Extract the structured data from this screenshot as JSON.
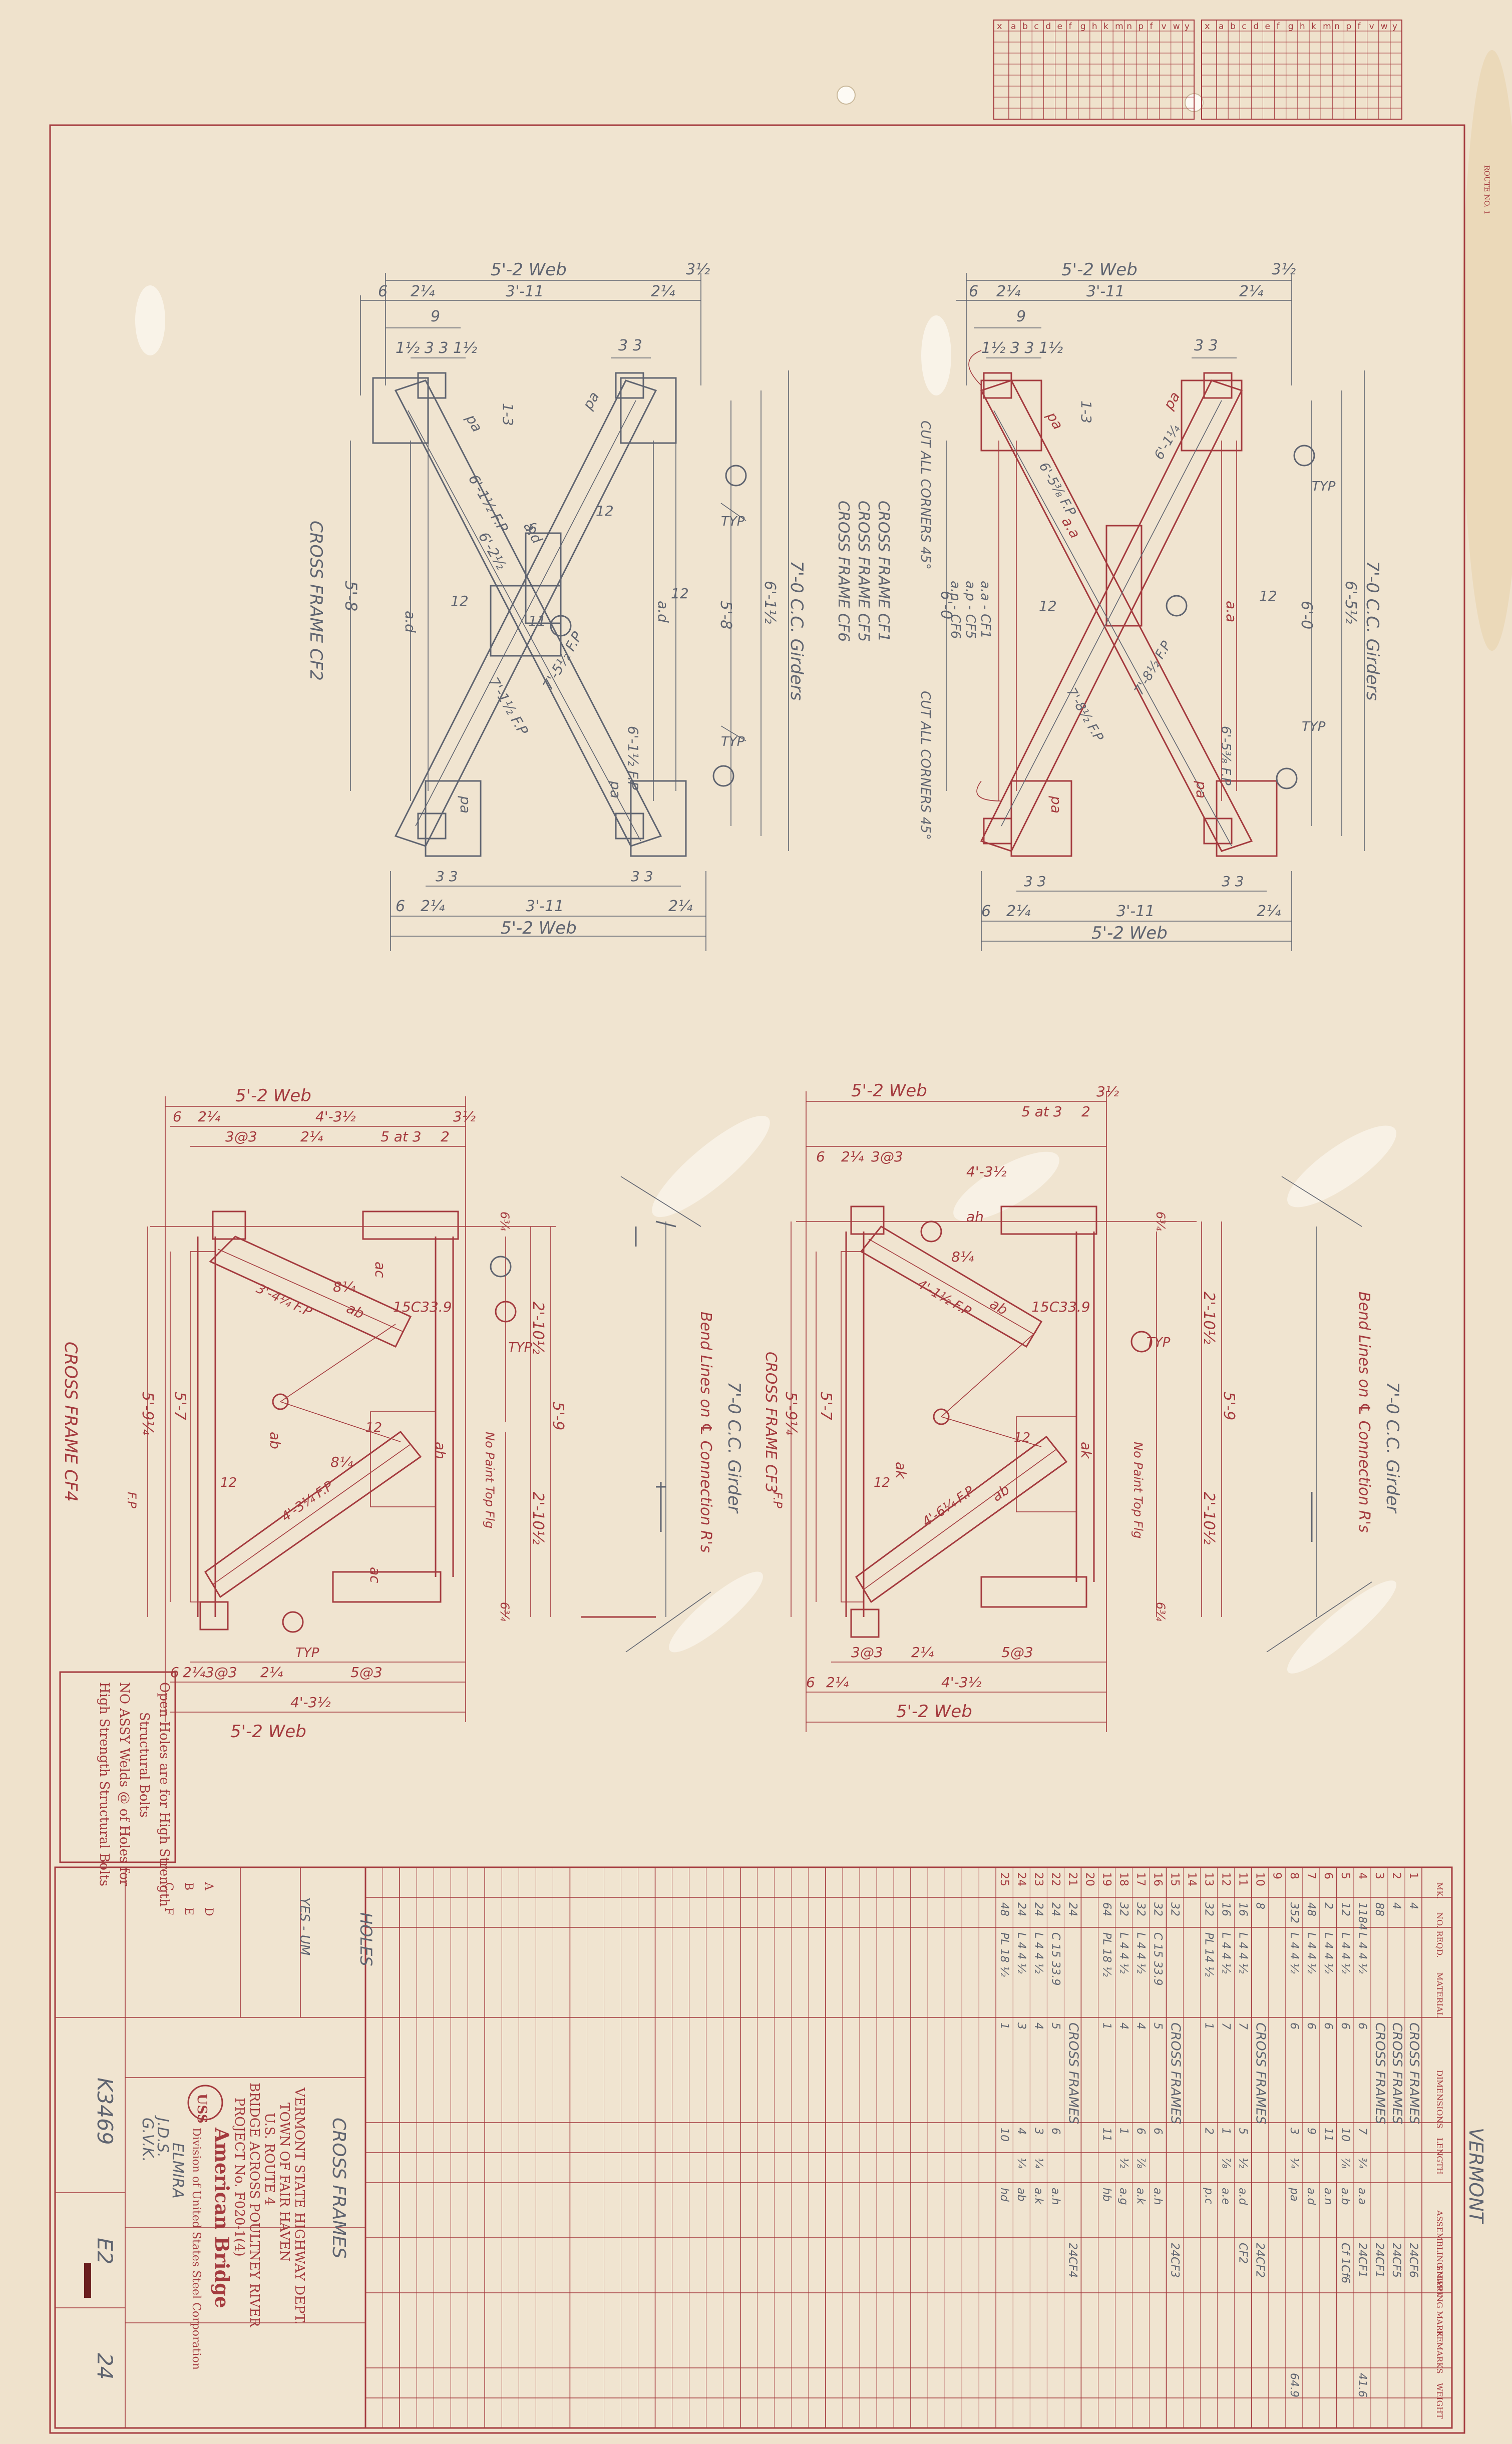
{
  "grid_header": {
    "letters": "abcdefghkmnpfvwy",
    "block_letter": "x"
  },
  "side_print": "ROUTE NO. 1",
  "drawings": {
    "cf2": {
      "title": "CROSS FRAME CF2",
      "top_dims": [
        "5'-2  Web",
        "6",
        "2¼",
        "3'-11",
        "2¼",
        "3½",
        "9",
        "1½ 3 3 1½",
        "3 3"
      ],
      "bottom_dims": [
        "6",
        "2¼",
        "3'-11",
        "2¼",
        "3 3",
        "3 3",
        "5'-2  Web"
      ],
      "side_dims": [
        "5'-8",
        "7'-0  C.C. Girders",
        "6'-1½",
        "5'-8"
      ],
      "labels": [
        "pa",
        "pa",
        "a.d",
        "a.d",
        "a.d",
        "pa",
        "pa",
        "1-3",
        "6'-1½ F.P",
        "6'-2½",
        "7'-1½ F.P",
        "7'-5½ F.P",
        "6'-1½ F.P",
        "6",
        "12",
        "12",
        "12",
        "11",
        "TYP",
        "TYP"
      ]
    },
    "cf1": {
      "title_lines": [
        "CROSS FRAME CF1",
        "CROSS FRAME CF5",
        "CROSS FRAME CF6"
      ],
      "notes": [
        "CUT ALL CORNERS 45°",
        "CUT ALL CORNERS 45°",
        "a.a - CF1",
        "a.p - CF5",
        "a.n - CF6"
      ],
      "top_dims": [
        "5'-2  Web",
        "6",
        "2¼",
        "3'-11",
        "2¼",
        "3½",
        "9",
        "1½ 3 3 1½",
        "3 3"
      ],
      "bottom_dims": [
        "6",
        "2¼",
        "3'-11",
        "2¼",
        "3 3",
        "3 3",
        "5'-2  Web"
      ],
      "side_dims": [
        "6'-0",
        "7'-0  C.C. Girders",
        "6'-5½",
        "6'-0"
      ],
      "labels": [
        "pa",
        "pa",
        "pa",
        "pa",
        "a.a",
        "a.a",
        "1-3",
        "6'-5⅜ F.P",
        "6'-1¼",
        "7'-8½ F.P",
        "7'-8½ F.P",
        "6'-5⅜ F.P",
        "12",
        "12",
        "TYP",
        "TYP"
      ]
    },
    "cf4": {
      "title": "CROSS FRAME CF4",
      "note_bend": "Bend Lines on ℄ Connection R's",
      "note_paint": "No Paint Top Flg",
      "girder_dim": "7'-0  C.C. Girder",
      "top_dims": [
        "5'-2  Web",
        "6",
        "2¼",
        "4'-3½",
        "3@3",
        "2¼",
        "5 at 3",
        "2",
        "3½"
      ],
      "bottom_dims": [
        "6",
        "2¼",
        "3@3",
        "2¼",
        "5@3",
        "4'-3½",
        "5'-2  Web"
      ],
      "side_dims": [
        "5'-9¼",
        "5'-7",
        "5'-9",
        "2'-10½",
        "2'-10½"
      ],
      "labels": [
        "ab",
        "ab",
        "ah",
        "ac",
        "ac",
        "8¼",
        "8¼",
        "3'-4¼ F.P",
        "4'-3¼ F.P",
        "15C33.9",
        "12",
        "12",
        "TYP",
        "TYP",
        "F.P",
        "6¾",
        "6¾"
      ]
    },
    "cf3": {
      "title": "CROSS FRAME CF3",
      "note_bend": "Bend Lines on ℄ Connection R's",
      "note_paint": "No Paint Top Flg",
      "girder_dim": "7'-0  C.C. Girder",
      "top_dims": [
        "5'-2  Web",
        "6",
        "2¼",
        "3@3",
        "4'-3½",
        "5 at 3",
        "2",
        "3½"
      ],
      "bottom_dims": [
        "6",
        "2¼",
        "3@3",
        "2¼",
        "5@3",
        "4'-3½",
        "5'-2  Web"
      ],
      "side_dims": [
        "5'-9¼",
        "5'-7",
        "5'-9",
        "2'-10½",
        "2'-10½"
      ],
      "labels": [
        "ak",
        "ah",
        "ak",
        "ab",
        "ab",
        "8¼",
        "4'-1½ F.P",
        "4'-6¼ F.P",
        "15C33.9",
        "12",
        "12",
        "TYP",
        "F.P",
        "6¾",
        "6¾"
      ]
    }
  },
  "notes_box": [
    "Open Holes are for High Strength",
    "Structural Bolts",
    "NO ASSY Welds @ of Holes for",
    "High Strength Structural Bolts"
  ],
  "table": {
    "headers": [
      "MK.",
      "NO. REQD.",
      "MATERIAL",
      "DIMENSIONS",
      "LENGTH",
      "",
      "ASSEMBLING MARK",
      "SHIPPING MARK",
      "REMARKS",
      "WEIGHT"
    ],
    "rows": [
      [
        "1",
        "4",
        "",
        "CROSS FRAMES",
        "",
        "",
        "",
        "24CF6",
        "",
        ""
      ],
      [
        "2",
        "4",
        "",
        "CROSS FRAMES",
        "",
        "",
        "",
        "24CF5",
        "",
        ""
      ],
      [
        "3",
        "88",
        "",
        "CROSS FRAMES",
        "",
        "",
        "",
        "24CF1",
        "",
        ""
      ],
      [
        "4",
        "1184",
        "L 4 4 ½",
        "6",
        "7",
        "¾",
        "a.a",
        "24CF1",
        "",
        "41.6"
      ],
      [
        "5",
        "12",
        "L 4 4 ½",
        "6",
        "10",
        "⅞",
        "a.b",
        "Cf 1Cf6",
        "",
        ""
      ],
      [
        "6",
        "2",
        "L 4 4 ½",
        "6",
        "11",
        "",
        "a.n",
        "",
        "",
        ""
      ],
      [
        "7",
        "48",
        "L 4 4 ½",
        "6",
        "9",
        "",
        "a.d",
        "",
        "",
        ""
      ],
      [
        "8",
        "352",
        "L 4 4 ½",
        "6",
        "3",
        "¼",
        "pa",
        "",
        "",
        "64.9"
      ],
      [
        "9",
        "",
        "",
        "",
        "",
        "",
        "",
        "",
        "",
        ""
      ],
      [
        "10",
        "8",
        "",
        "CROSS FRAMES",
        "",
        "",
        "",
        "24CF2",
        "",
        ""
      ],
      [
        "11",
        "16",
        "L 4 4 ½",
        "7",
        "5",
        "½",
        "a.d",
        "CF2",
        "",
        ""
      ],
      [
        "12",
        "16",
        "L 4 4 ½",
        "7",
        "1",
        "⅞",
        "a.e",
        "",
        "",
        ""
      ],
      [
        "13",
        "32",
        "PL 14 ½",
        "1",
        "2",
        "",
        "p.c",
        "",
        "",
        ""
      ],
      [
        "14",
        "",
        "",
        "",
        "",
        "",
        "",
        "",
        "",
        ""
      ],
      [
        "15",
        "32",
        "",
        "CROSS FRAMES",
        "",
        "",
        "",
        "24CF3",
        "",
        ""
      ],
      [
        "16",
        "32",
        "C 15 33.9",
        "5",
        "6",
        "",
        "a.h",
        "",
        "",
        ""
      ],
      [
        "17",
        "32",
        "L 4 4 ½",
        "4",
        "6",
        "⅞",
        "a.k",
        "",
        "",
        ""
      ],
      [
        "18",
        "32",
        "L 4 4 ½",
        "4",
        "1",
        "½",
        "a.g",
        "",
        "",
        ""
      ],
      [
        "19",
        "64",
        "PL 18 ½",
        "1",
        "11",
        "",
        "hb",
        "",
        "",
        ""
      ],
      [
        "20",
        "",
        "",
        "",
        "",
        "",
        "",
        "",
        "",
        ""
      ],
      [
        "21",
        "24",
        "",
        "CROSS FRAMES",
        "",
        "",
        "",
        "24CF4",
        "",
        ""
      ],
      [
        "22",
        "24",
        "C 15 33.9",
        "5",
        "6",
        "",
        "a.h",
        "",
        "",
        ""
      ],
      [
        "23",
        "24",
        "L 4 4 ½",
        "4",
        "3",
        "¼",
        "a.k",
        "",
        "",
        ""
      ],
      [
        "24",
        "24",
        "L 4 4 ½",
        "3",
        "4",
        "¼",
        "ab",
        "",
        "",
        ""
      ],
      [
        "25",
        "48",
        "PL 18 ½",
        "1",
        "10",
        "",
        "hd",
        "",
        "",
        ""
      ]
    ]
  },
  "title_block": {
    "state": "VERMONT",
    "drawing_title": "CROSS FRAMES",
    "agency": [
      "VERMONT STATE HIGHWAY DEPT.",
      "TOWN OF FAIR HAVEN",
      "U.S. ROUTE 4",
      "BRIDGE ACROSS POULTNEY RIVER",
      "PROJECT No. F020-1(4)"
    ],
    "company": "American Bridge",
    "division": "Division of United States Steel Corporation",
    "logo_text": "USS",
    "fabricating_shop": "ELMIRA",
    "drawn_by": "J.D.S.",
    "checked_by": "G.V.K.",
    "order_no": "K3469",
    "sheet_no": "E2",
    "sheet_no_2": "24",
    "paint": "YES - UM",
    "holes_note": "HOLES",
    "revision_letters": [
      "A",
      "B",
      "C",
      "D",
      "E",
      "F"
    ]
  }
}
